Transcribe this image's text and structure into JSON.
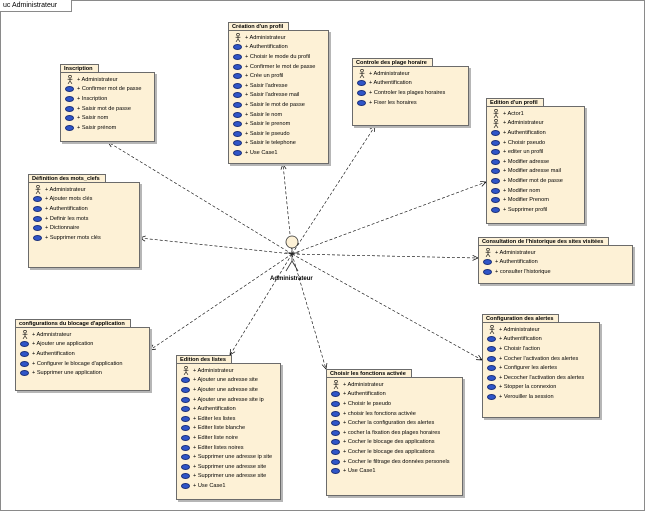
{
  "frame_title": "uc Administrateur",
  "center_actor": "Administrateur",
  "packages": [
    {
      "id": "inscription",
      "title": "Inscription",
      "items": [
        {
          "kind": "actor",
          "text": "+ Administrateur"
        },
        {
          "kind": "usecase",
          "text": "+ Confirmer mot de passe"
        },
        {
          "kind": "usecase",
          "text": "+ Inscription"
        },
        {
          "kind": "usecase",
          "text": "+ Saisir mot de passe"
        },
        {
          "kind": "usecase",
          "text": "+ Saisir nom"
        },
        {
          "kind": "usecase",
          "text": "+ Saisir prénom"
        }
      ]
    },
    {
      "id": "creation-profil",
      "title": "Création d'un profil",
      "items": [
        {
          "kind": "actor",
          "text": "+ Administrateur"
        },
        {
          "kind": "usecase",
          "text": "+ Authentification"
        },
        {
          "kind": "usecase",
          "text": "+ Choisir le mode du profil"
        },
        {
          "kind": "usecase",
          "text": "+ Confirmer le mot de passe"
        },
        {
          "kind": "usecase",
          "text": "+ Crée un profil"
        },
        {
          "kind": "usecase",
          "text": "+ Saisir l'adresse"
        },
        {
          "kind": "usecase",
          "text": "+ Saisir l'adresse mail"
        },
        {
          "kind": "usecase",
          "text": "+ Saisir le mot de passe"
        },
        {
          "kind": "usecase",
          "text": "+ Saisir le nom"
        },
        {
          "kind": "usecase",
          "text": "+ Saisir le prenom"
        },
        {
          "kind": "usecase",
          "text": "+ Saisir le pseudo"
        },
        {
          "kind": "usecase",
          "text": "+ Saisir le telephone"
        },
        {
          "kind": "usecase",
          "text": "+ Use Case1"
        }
      ]
    },
    {
      "id": "controle-plage",
      "title": "Controle des plage horaire",
      "items": [
        {
          "kind": "actor",
          "text": "+ Administrateur"
        },
        {
          "kind": "usecase",
          "text": "+ Authentification"
        },
        {
          "kind": "usecase",
          "text": "+ Controler les plages horaires"
        },
        {
          "kind": "usecase",
          "text": "+ Fixer les horaires"
        }
      ]
    },
    {
      "id": "edition-profil",
      "title": "Edition d'un profil",
      "items": [
        {
          "kind": "actor",
          "text": "+ Actor1"
        },
        {
          "kind": "actor",
          "text": "+ Administrateur"
        },
        {
          "kind": "usecase",
          "text": "+ Authentification"
        },
        {
          "kind": "usecase",
          "text": "+ Choisir pseudo"
        },
        {
          "kind": "usecase",
          "text": "+ editer un profil"
        },
        {
          "kind": "usecase",
          "text": "+ Modifier adresse"
        },
        {
          "kind": "usecase",
          "text": "+ Modifier adresse mail"
        },
        {
          "kind": "usecase",
          "text": "+ Modifier mot de passe"
        },
        {
          "kind": "usecase",
          "text": "+ Modifier nom"
        },
        {
          "kind": "usecase",
          "text": "+ Modifier Prenom"
        },
        {
          "kind": "usecase",
          "text": "+ Supprimer profil"
        }
      ]
    },
    {
      "id": "definition-mots",
      "title": "Définition des mots_clefs",
      "items": [
        {
          "kind": "actor",
          "text": "+ Administrateur"
        },
        {
          "kind": "usecase",
          "text": "+ Ajouter mots clés"
        },
        {
          "kind": "usecase",
          "text": "+ Authentification"
        },
        {
          "kind": "usecase",
          "text": "+ Definir les mots"
        },
        {
          "kind": "usecase",
          "text": "+ Dictionnaire"
        },
        {
          "kind": "usecase",
          "text": "+ Supprimer mots clés"
        }
      ]
    },
    {
      "id": "consultation",
      "title": "Consultation de l'historique des sites visitées",
      "items": [
        {
          "kind": "actor",
          "text": "+ Administrateur"
        },
        {
          "kind": "usecase",
          "text": "+ Authentification"
        },
        {
          "kind": "usecase",
          "text": "+ consulter l'historique"
        }
      ]
    },
    {
      "id": "config-blocage",
      "title": "configurations du blocage d'application",
      "items": [
        {
          "kind": "actor",
          "text": "+ Admnistrateur"
        },
        {
          "kind": "usecase",
          "text": "+ Ajouter une application"
        },
        {
          "kind": "usecase",
          "text": "+ Authentification"
        },
        {
          "kind": "usecase",
          "text": "+ Configurer le blocage d'application"
        },
        {
          "kind": "usecase",
          "text": "+ Supprimer une application"
        }
      ]
    },
    {
      "id": "edition-listes",
      "title": "Edition des listes",
      "items": [
        {
          "kind": "actor",
          "text": "+ Administrateur"
        },
        {
          "kind": "usecase",
          "text": "+ Ajouter une adresse site"
        },
        {
          "kind": "usecase",
          "text": "+ Ajouter une adresse site"
        },
        {
          "kind": "usecase",
          "text": "+ Ajouter une adresse site ip"
        },
        {
          "kind": "usecase",
          "text": "+ Authentification"
        },
        {
          "kind": "usecase",
          "text": "+ Editer les listes"
        },
        {
          "kind": "usecase",
          "text": "+ Editer liste blanche"
        },
        {
          "kind": "usecase",
          "text": "+ Editer liste noire"
        },
        {
          "kind": "usecase",
          "text": "+ Editer listes noires"
        },
        {
          "kind": "usecase",
          "text": "+ Supprimer une adresse ip site"
        },
        {
          "kind": "usecase",
          "text": "+ Supprimer une adresse site"
        },
        {
          "kind": "usecase",
          "text": "+ Supprimer une adresse site"
        },
        {
          "kind": "usecase",
          "text": "+ Use Case1"
        }
      ]
    },
    {
      "id": "choisir-fonctions",
      "title": "Choisir les fonctions activée",
      "items": [
        {
          "kind": "actor",
          "text": "+ Administrateur"
        },
        {
          "kind": "usecase",
          "text": "+ Authentification"
        },
        {
          "kind": "usecase",
          "text": "+ Choisir le pseudo"
        },
        {
          "kind": "usecase",
          "text": "+ choisir les fonctions activée"
        },
        {
          "kind": "usecase",
          "text": "+ Cocher la configuration des alertes"
        },
        {
          "kind": "usecase",
          "text": "+ cocher la fixation des plages horaires"
        },
        {
          "kind": "usecase",
          "text": "+ Cocher le blocage des applications"
        },
        {
          "kind": "usecase",
          "text": "+ Cocher le blocage des applications"
        },
        {
          "kind": "usecase",
          "text": "+ Cocher le filtrage des données personels"
        },
        {
          "kind": "usecase",
          "text": "+ Use Case1"
        }
      ]
    },
    {
      "id": "config-alertes",
      "title": "Configuration des alertes",
      "items": [
        {
          "kind": "actor",
          "text": "+ Administrateur"
        },
        {
          "kind": "usecase",
          "text": "+ Authentification"
        },
        {
          "kind": "usecase",
          "text": "+ Choisir l'action"
        },
        {
          "kind": "usecase",
          "text": "+ Cocher l'activation des alertes"
        },
        {
          "kind": "usecase",
          "text": "+ Configurer les alertes"
        },
        {
          "kind": "usecase",
          "text": "+ Decocher l'activation des alertes"
        },
        {
          "kind": "usecase",
          "text": "+ Stopper la connexion"
        },
        {
          "kind": "usecase",
          "text": "+ Verouiller la session"
        }
      ]
    }
  ]
}
